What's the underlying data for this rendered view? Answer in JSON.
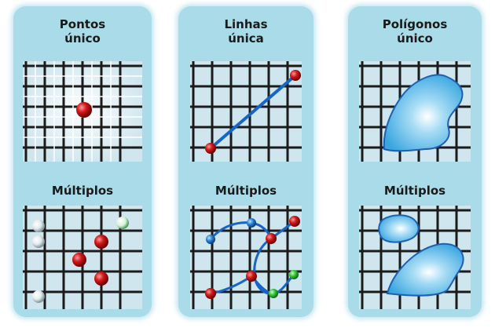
{
  "columns": [
    {
      "title_top": "Pontos\núnico",
      "title_bottom": "Múltiplos"
    },
    {
      "title_top": "Linhas\núnica",
      "title_bottom": "Múltiplos"
    },
    {
      "title_top": "Polígonos\núnico",
      "title_bottom": "Múltiplos"
    }
  ],
  "colors": {
    "panel_background": "#a9dbe9",
    "grid_background": "#cfe6ee",
    "grid_line": "#1b1b1b",
    "point_red": "#d21a1a",
    "point_white": "#e9eef0",
    "point_green": "#36c436",
    "line_blue": "#1764c9",
    "polygon_fill": "#6cc2ee",
    "polygon_stroke": "#1f5fb0"
  }
}
